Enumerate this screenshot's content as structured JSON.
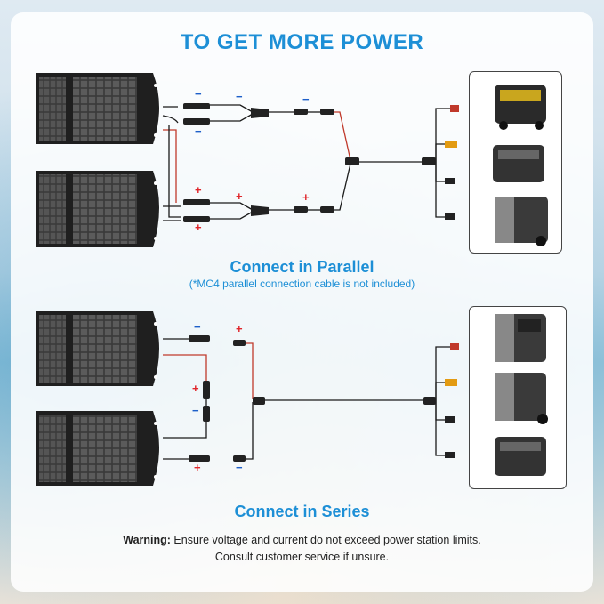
{
  "title": "TO GET MORE POWER",
  "parallel": {
    "heading": "Connect in Parallel",
    "note": "(*MC4 parallel connection cable is not included)",
    "signs": {
      "plus": "+",
      "minus": "−"
    }
  },
  "series": {
    "heading": "Connect in Series"
  },
  "warning": {
    "label": "Warning:",
    "line1": "Ensure voltage and current do not exceed power station limits.",
    "line2": "Consult customer service if unsure."
  },
  "colors": {
    "accent": "#1d8fd6",
    "positive": "#e0262b",
    "negative": "#1d5fc9",
    "panel": "#2b2b2b",
    "cable": "#1a1a1a",
    "cable_red": "#c0392b"
  }
}
